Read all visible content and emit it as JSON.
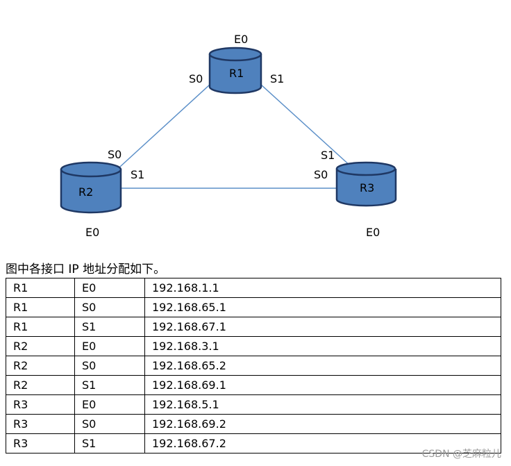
{
  "routers": [
    {
      "id": "r1",
      "name": "R1"
    },
    {
      "id": "r2",
      "name": "R2"
    },
    {
      "id": "r3",
      "name": "R3"
    }
  ],
  "links": [
    {
      "id": "r1-r2",
      "from": "R1",
      "from_if": "S0",
      "to": "R2",
      "to_if": "S0"
    },
    {
      "id": "r1-r3",
      "from": "R1",
      "from_if": "S1",
      "to": "R3",
      "to_if": "S1"
    },
    {
      "id": "r2-r3",
      "from": "R2",
      "from_if": "S1",
      "to": "R3",
      "to_if": "S0"
    }
  ],
  "interface_labels": {
    "r1_e0": "E0",
    "r1_s0": "S0",
    "r1_s1": "S1",
    "r2_s0": "S0",
    "r2_s1": "S1",
    "r2_e0": "E0",
    "r3_s1": "S1",
    "r3_s0": "S0",
    "r3_e0": "E0"
  },
  "colors": {
    "router_fill": "#4f81bd",
    "router_stroke": "#1f3864",
    "link": "#5b8fc8"
  },
  "caption": "图中各接口 IP 地址分配如下。",
  "table": [
    [
      "R1",
      "E0",
      "192.168.1.1"
    ],
    [
      "R1",
      "S0",
      "192.168.65.1"
    ],
    [
      "R1",
      "S1",
      "192.168.67.1"
    ],
    [
      "R2",
      "E0",
      "192.168.3.1"
    ],
    [
      "R2",
      "S0",
      "192.168.65.2"
    ],
    [
      "R2",
      "S1",
      "192.168.69.1"
    ],
    [
      "R3",
      "E0",
      "192.168.5.1"
    ],
    [
      "R3",
      "S0",
      "192.168.69.2"
    ],
    [
      "R3",
      "S1",
      "192.168.67.2"
    ]
  ],
  "watermark": "CSDN @芝麻粒儿"
}
